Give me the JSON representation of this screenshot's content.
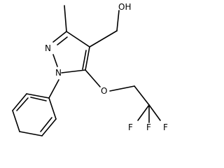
{
  "molecule": {
    "atoms": {
      "hydroxyl": "OH",
      "ring_nitrogen_2": "N",
      "ring_nitrogen_1": "N",
      "ether_oxygen": "O",
      "fluorine_top": "F",
      "fluorine_left": "F",
      "fluorine_right": "F"
    }
  },
  "colors": {
    "bond": "#000000",
    "label": "#000000",
    "background": "#ffffff"
  }
}
